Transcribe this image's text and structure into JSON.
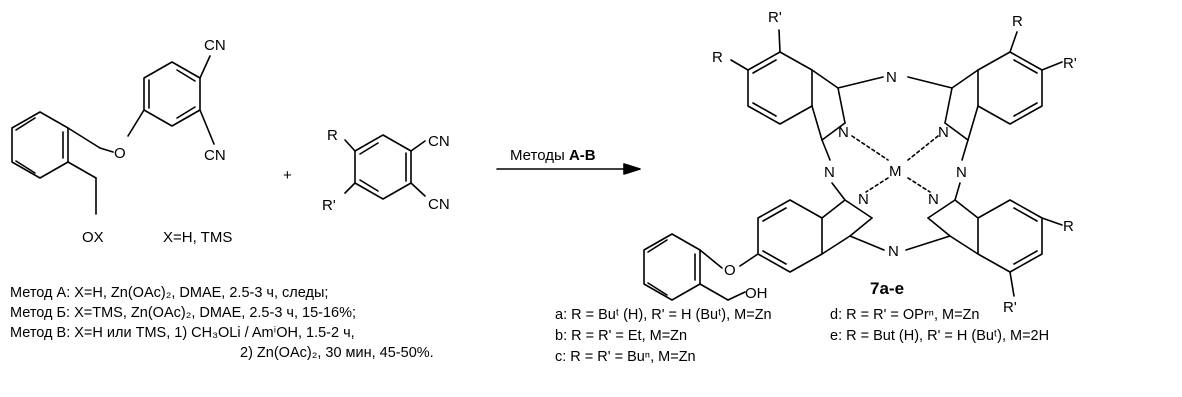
{
  "scheme": {
    "reactant1": {
      "labels": {
        "cn_top": "CN",
        "cn_mid": "CN",
        "oxygen": "O",
        "ox": "OX"
      },
      "x_note": "X=H, TMS"
    },
    "plus": "+",
    "reactant2": {
      "labels": {
        "r": "R",
        "r_prime": "R'",
        "cn_top": "CN",
        "cn_bottom": "CN"
      }
    },
    "arrow": {
      "label_prefix": "Методы ",
      "label_bold": "А-В"
    },
    "product": {
      "labels": {
        "r": "R",
        "r_prime": "R'",
        "n": "N",
        "m": "M",
        "oxygen": "O",
        "oh": "OH"
      },
      "compound": "7a-e"
    },
    "conditions": [
      "Метод А: X=H, Zn(OAc)₂, DMAE, 2.5-3 ч, следы;",
      "Метод Б: X=TMS, Zn(OAc)₂, DMAE, 2.5-3 ч, 15-16%;",
      "Метод В: X=H или TMS, 1) CH₃OLi / AmⁱOH, 1.5-2 ч,",
      "2) Zn(OAc)₂, 30 мин, 45-50%."
    ],
    "variants": [
      "a: R = Buᵗ (H), R' = H (Buᵗ), M=Zn",
      "d: R = R' = OPrⁿ, M=Zn",
      "b: R = R' = Et, M=Zn",
      "e: R = But (H), R' = H (Buᵗ), M=2H",
      "c: R = R' = Buⁿ, M=Zn"
    ]
  }
}
